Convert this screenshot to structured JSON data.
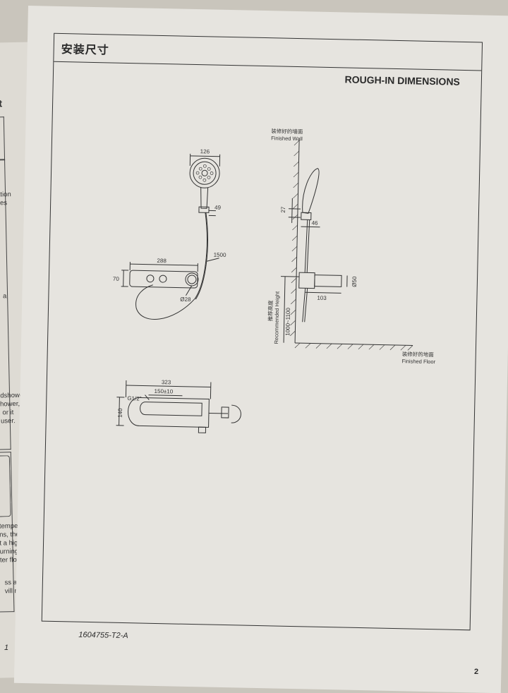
{
  "left_page": {
    "fragments": [
      {
        "id": "f1",
        "text": "t"
      },
      {
        "id": "f2",
        "text": "ation\nves\n,"
      },
      {
        "id": "f3",
        "text": "a"
      },
      {
        "id": "f4",
        "text": "ndshower\nshower,\nr, or it\n: user."
      },
      {
        "id": "f5",
        "text": "temperature\nns, there is\nt a higher\nurning the\nter flow is"
      },
      {
        "id": "f6",
        "text": "ss any\nvill run from"
      }
    ],
    "page_number": "1"
  },
  "header": {
    "title_cn": "安装尺寸",
    "title_en": "ROUGH-IN DIMENSIONS"
  },
  "drawing_top_left": {
    "dims": {
      "head_width": "126",
      "holder": "49",
      "hose": "1500",
      "body_width": "288",
      "body_height": "70",
      "knob": "Ø28"
    }
  },
  "drawing_right": {
    "wall_cn": "装修好的墙面",
    "wall_en": "Finished Wall",
    "floor_cn": "装修好的地面",
    "floor_en": "Finished Floor",
    "height_cn": "推荐高度",
    "height_en": "Recommended Height",
    "height_value": "1000~1100",
    "dims": {
      "bracket_gap": "27",
      "rail": "46",
      "outlet_depth": "103",
      "outlet_dia": "Ø50"
    }
  },
  "drawing_bottom_left": {
    "dims": {
      "overall": "323",
      "thread": "G1/2\"",
      "spacing": "150±10",
      "height": "140"
    }
  },
  "footer": {
    "doc_code": "1604755-T2-A",
    "page_number": "2"
  }
}
